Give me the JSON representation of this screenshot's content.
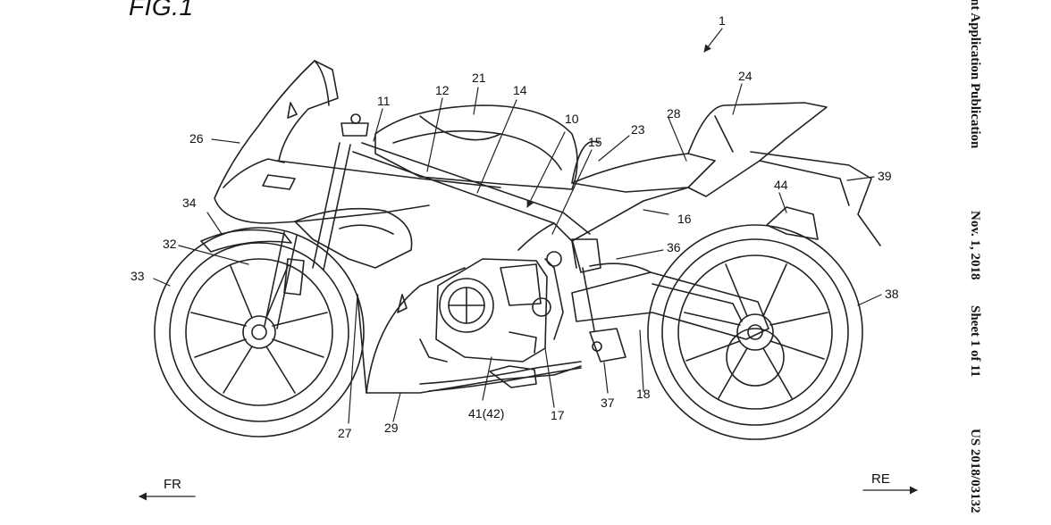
{
  "figure": {
    "title": "FIG.1"
  },
  "header": {
    "publication": "nt Application Publication",
    "date": "Nov. 1, 2018",
    "sheet": "Sheet 1 of 11",
    "number": "US 2018/03132"
  },
  "directions": {
    "front": "FR",
    "rear": "RE"
  },
  "reference_numerals": [
    "1",
    "10",
    "11",
    "12",
    "14",
    "15",
    "16",
    "17",
    "18",
    "21",
    "23",
    "24",
    "26",
    "27",
    "28",
    "29",
    "32",
    "33",
    "34",
    "36",
    "37",
    "38",
    "39",
    "41(42)",
    "44"
  ]
}
